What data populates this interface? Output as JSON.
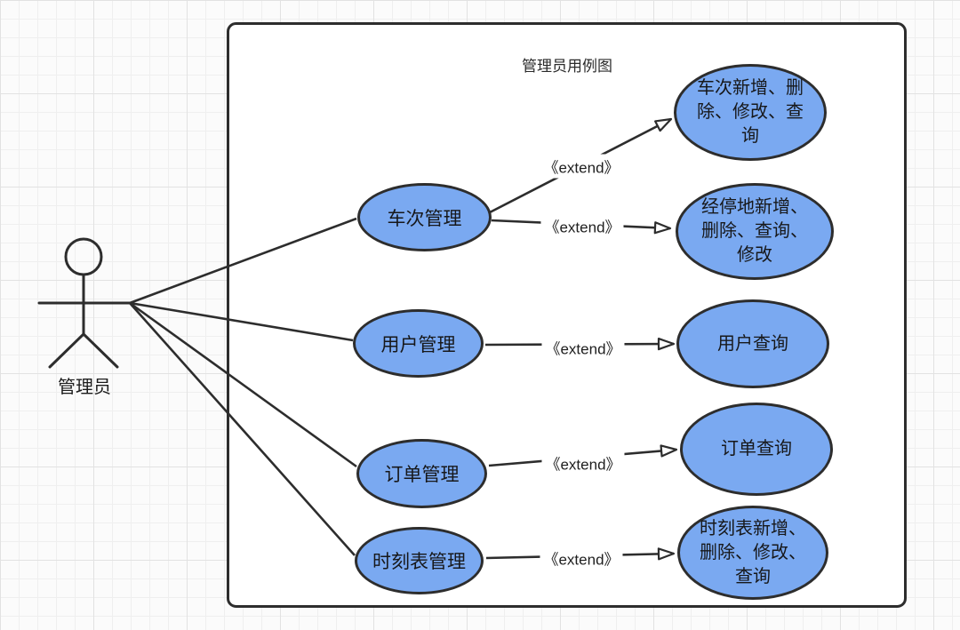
{
  "diagram": {
    "type": "uml-use-case",
    "title": "管理员用例图",
    "actor": {
      "label": "管理员"
    },
    "use_cases": [
      {
        "label": "车次管理"
      },
      {
        "label": "用户管理"
      },
      {
        "label": "订单管理"
      },
      {
        "label": "时刻表管理"
      }
    ],
    "extended_use_cases": [
      {
        "label": "车次新增、删\n除、修改、查\n询"
      },
      {
        "label": "经停地新增、\n删除、查询、\n修改"
      },
      {
        "label": "用户查询"
      },
      {
        "label": "订单查询"
      },
      {
        "label": "时刻表新增、\n删除、修改、\n查询"
      }
    ],
    "relations": {
      "associations": [
        {
          "from": "管理员",
          "to": "车次管理"
        },
        {
          "from": "管理员",
          "to": "用户管理"
        },
        {
          "from": "管理员",
          "to": "订单管理"
        },
        {
          "from": "管理员",
          "to": "时刻表管理"
        }
      ],
      "extends": [
        {
          "from": "车次管理",
          "to": "车次新增、删除、修改、查询",
          "label": "《extend》"
        },
        {
          "from": "车次管理",
          "to": "经停地新增、删除、查询、修改",
          "label": "《extend》"
        },
        {
          "from": "用户管理",
          "to": "用户查询",
          "label": "《extend》"
        },
        {
          "from": "订单管理",
          "to": "订单查询",
          "label": "《extend》"
        },
        {
          "from": "时刻表管理",
          "to": "时刻表新增、删除、修改、查询",
          "label": "《extend》"
        }
      ]
    },
    "colors": {
      "ellipse_fill": "#7aa9f1",
      "stroke": "#2d2d2d",
      "background": "#fbfbfb"
    }
  }
}
